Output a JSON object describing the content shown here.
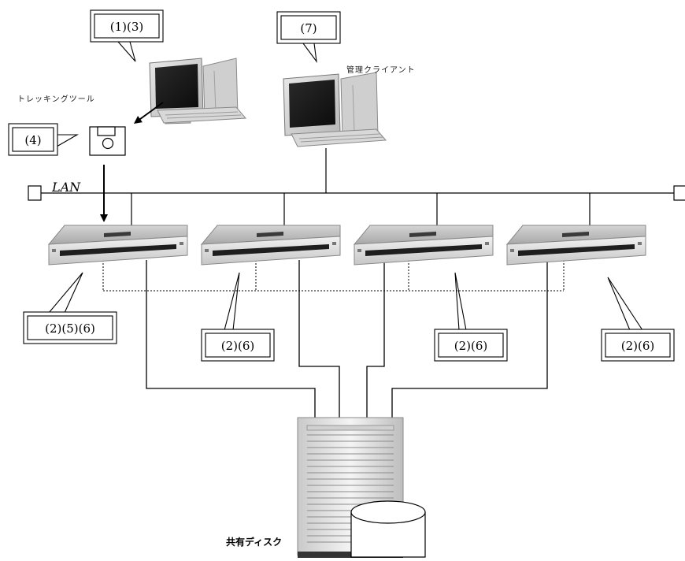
{
  "callouts": {
    "c13": "(1)(3)",
    "c7": "(7)",
    "c4": "(4)",
    "c256": "(2)(5)(6)",
    "c26a": "(2)(6)",
    "c26b": "(2)(6)",
    "c26c": "(2)(6)"
  },
  "captions": {
    "tracking_tool": "トレッキングツール",
    "admin_client": "管理クライアント",
    "lan": "LAN",
    "shared_disk": "共有ディスク"
  },
  "icons": {
    "workstation": "desktop-pc-icon",
    "admin_pc": "desktop-pc-icon",
    "floppy": "floppy-disk-icon",
    "server": "rack-server-icon",
    "storage": "disk-array-icon",
    "disk": "disk-cylinder-icon"
  }
}
